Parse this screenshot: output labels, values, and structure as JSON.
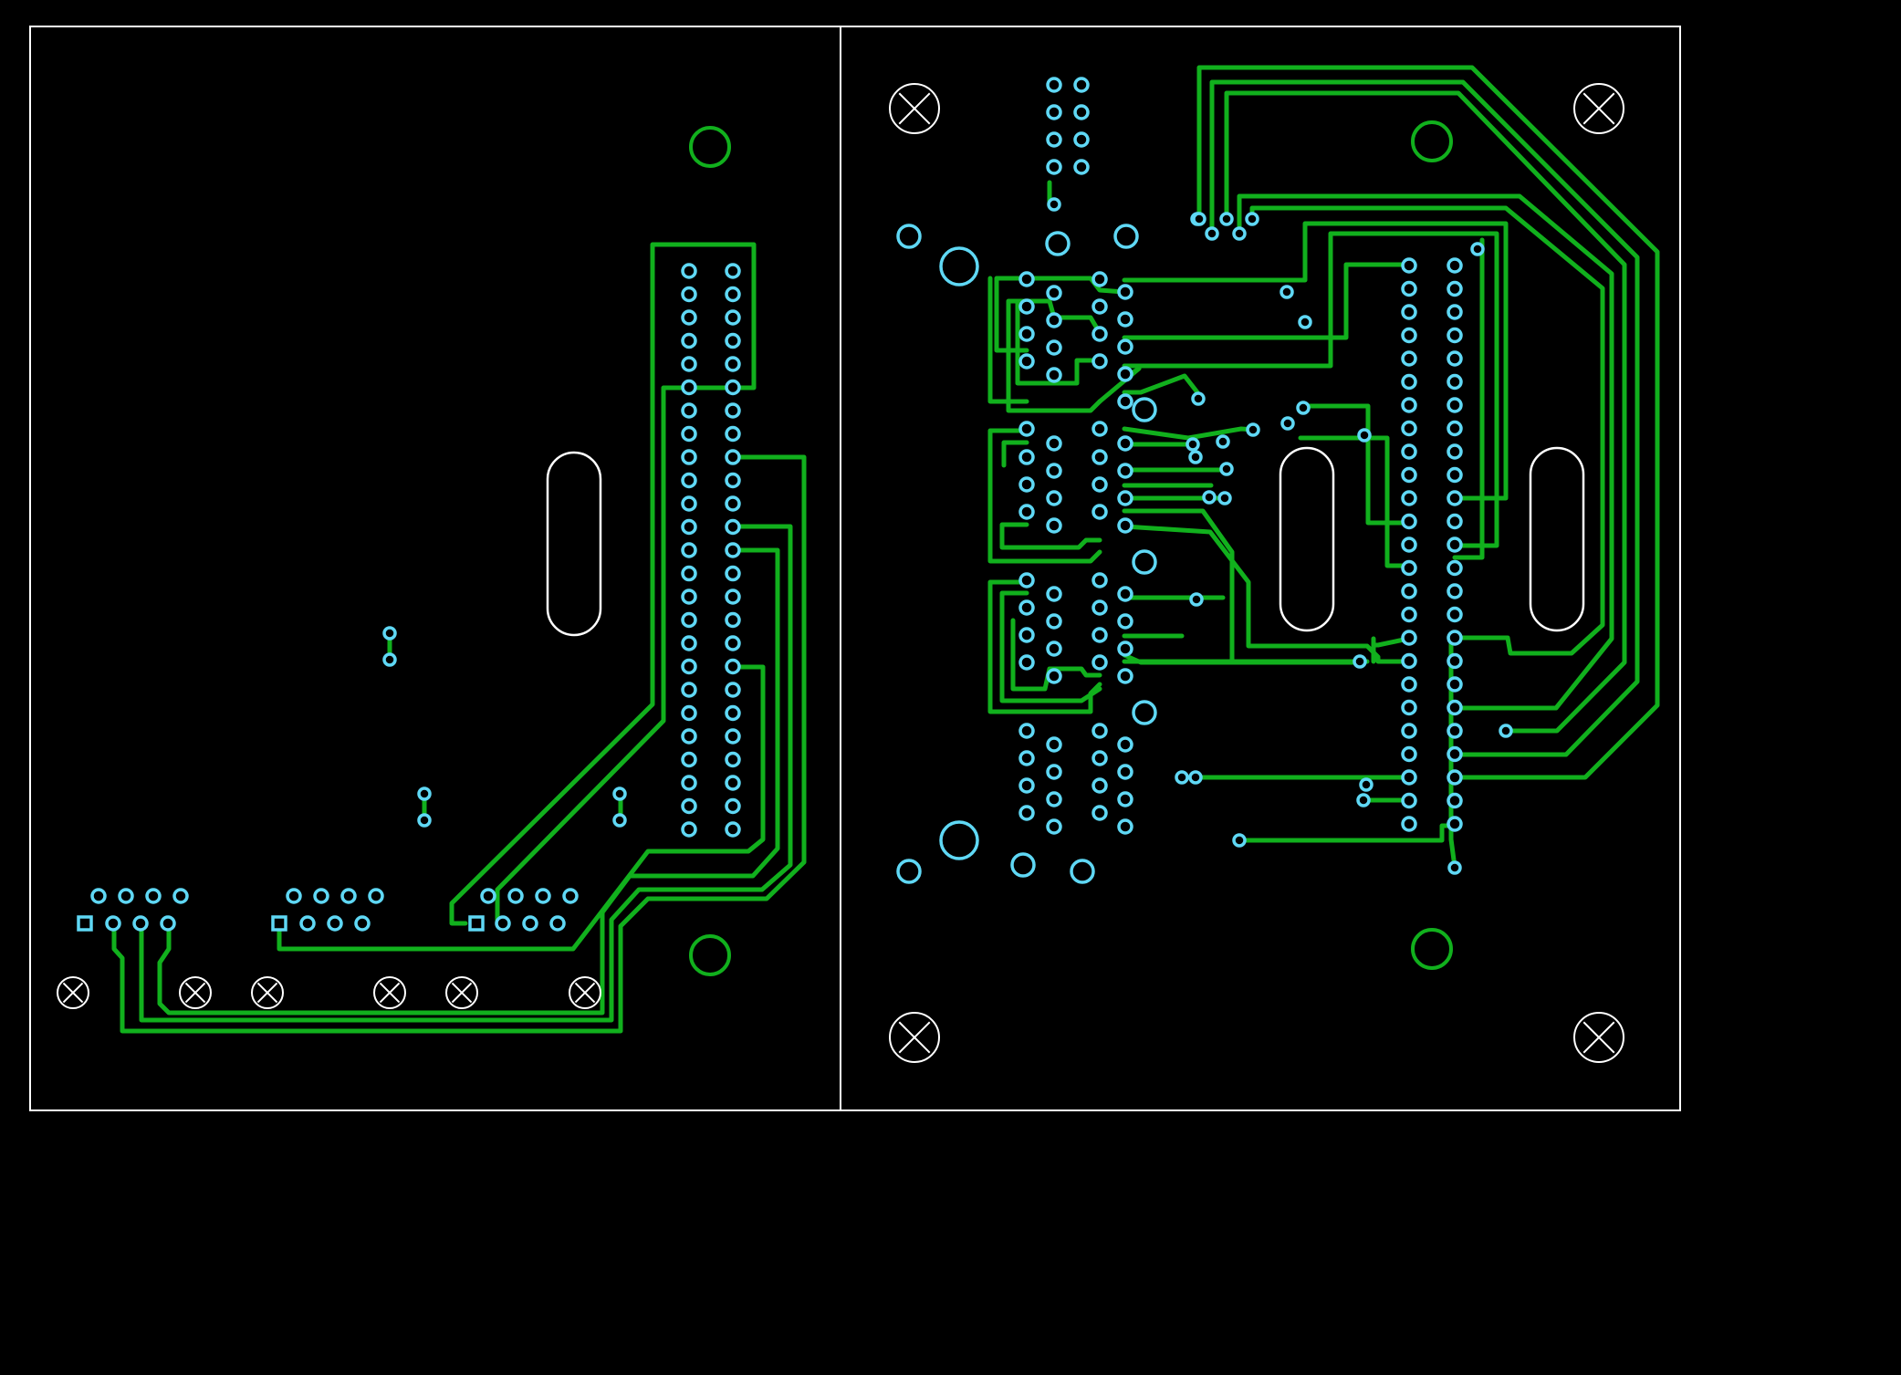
{
  "colors": {
    "background": "#000000",
    "board_outline": "#ffffff",
    "copper_trace": "#11b01d",
    "pad": "#5fd8f5",
    "mounting_hole": "#ffffff"
  },
  "layers": {
    "outline": "board-outline",
    "traces": "bottom-copper",
    "pads": "through-hole-pads"
  }
}
